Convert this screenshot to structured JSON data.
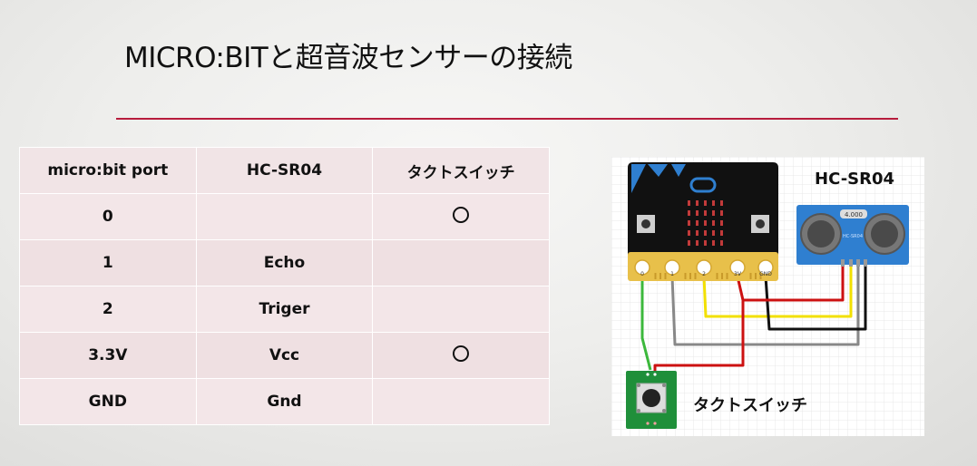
{
  "slide": {
    "title": "MICRO:BITと超音波センサーの接続"
  },
  "table": {
    "headers": [
      "micro:bit port",
      "HC-SR04",
      "タクトスイッチ"
    ],
    "rows": [
      {
        "port": "0",
        "sensor": "",
        "switch_mark": "circle"
      },
      {
        "port": "1",
        "sensor": "Echo",
        "switch_mark": ""
      },
      {
        "port": "2",
        "sensor": "Triger",
        "switch_mark": ""
      },
      {
        "port": "3.3V",
        "sensor": "Vcc",
        "switch_mark": "circle"
      },
      {
        "port": "GND",
        "sensor": "Gnd",
        "switch_mark": ""
      }
    ]
  },
  "diagram": {
    "sensor_label": "HC-SR04",
    "switch_label": "タクトスイッチ",
    "sensor_display": "4.000",
    "sensor_small_text": "HC-SR04",
    "microbit_pins": [
      "0",
      "1",
      "2",
      "3V",
      "GND"
    ],
    "colors": {
      "green_wire": "#3cb83c",
      "red_wire": "#cc1111",
      "yellow_wire": "#f2e000",
      "black_wire": "#111111",
      "gray_wire": "#888888",
      "sensor_board": "#2f7fd0",
      "switch_board": "#1f8f3a",
      "microbit_board": "#111111",
      "edge_connector": "#e8c04a",
      "accent": "#b71c3c"
    }
  }
}
